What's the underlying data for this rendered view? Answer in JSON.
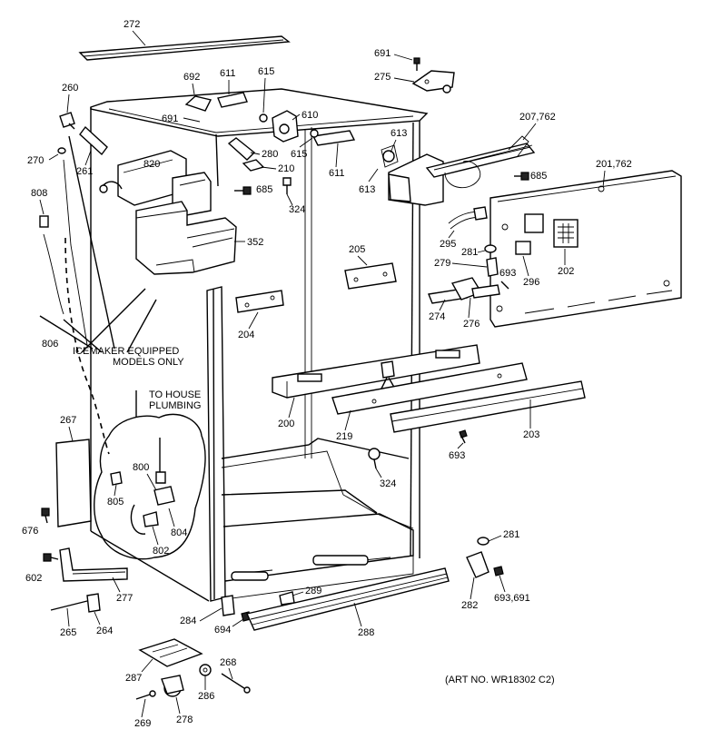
{
  "callouts": {
    "c272": "272",
    "c691a": "691",
    "c275": "275",
    "c692": "692",
    "c611a": "611",
    "c615a": "615",
    "c260": "260",
    "c691b": "691",
    "c610": "610",
    "c207_762": "207,762",
    "c613a": "613",
    "c270": "270",
    "c261": "261",
    "c820": "820",
    "c280": "280",
    "c210": "210",
    "c615b": "615",
    "c611b": "611",
    "c613b": "613",
    "c685a": "685",
    "c685b": "685",
    "c201_762": "201,762",
    "c808": "808",
    "c324a": "324",
    "c295": "295",
    "c352": "352",
    "c205": "205",
    "c281a": "281",
    "c279": "279",
    "c693a": "693",
    "c296": "296",
    "c202": "202",
    "c204": "204",
    "c274": "274",
    "c276": "276",
    "c806": "806",
    "c200": "200",
    "c219": "219",
    "c203": "203",
    "c693b": "693",
    "c267": "267",
    "c324b": "324",
    "c800": "800",
    "c805": "805",
    "c804": "804",
    "c802": "802",
    "c676": "676",
    "c602": "602",
    "c281b": "281",
    "c277": "277",
    "c289": "289",
    "c282": "282",
    "c693_691": "693,691",
    "c284": "284",
    "c694": "694",
    "c265": "265",
    "c264": "264",
    "c288": "288",
    "c287": "287",
    "c268": "268",
    "c286": "286",
    "c269": "269",
    "c278": "278"
  },
  "notes": {
    "icemaker_line1": "ICEMAKER EQUIPPED",
    "icemaker_line2": "MODELS ONLY",
    "plumbing_line1": "TO HOUSE",
    "plumbing_line2": "PLUMBING",
    "art_no": "(ART NO. WR18302 C2)"
  }
}
